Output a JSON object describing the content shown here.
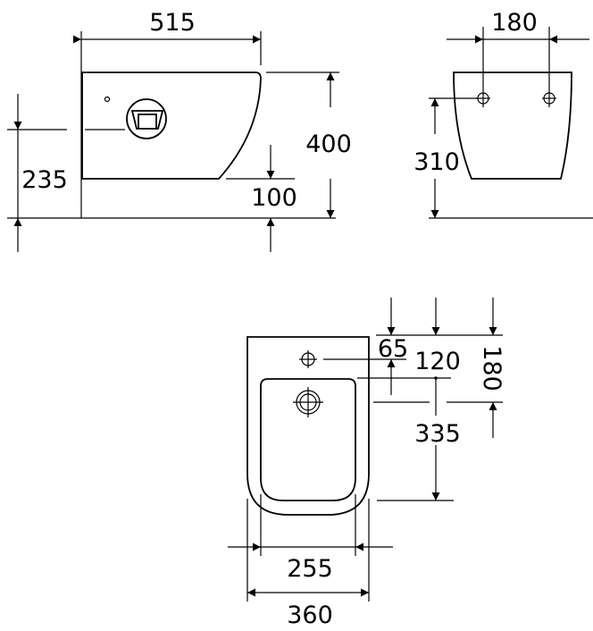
{
  "side_view": {
    "width": "515",
    "height": "400",
    "outlet_height": "235",
    "bottom_offset": "100"
  },
  "front_view": {
    "hole_spacing": "180",
    "hole_height": "310"
  },
  "top_view": {
    "front_hole_offset": "65",
    "center_offset": "120",
    "rear_distance": "180",
    "bowl_length": "335",
    "inner_width": "255",
    "outer_width": "360"
  }
}
